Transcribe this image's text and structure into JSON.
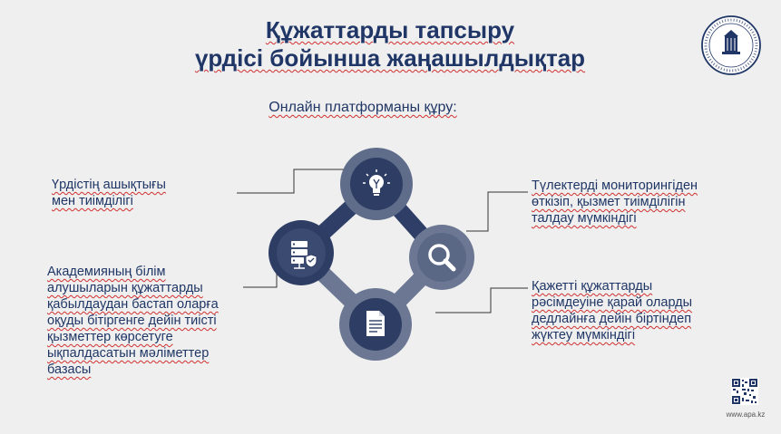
{
  "title": {
    "line1": "Құжаттарды тапсыру",
    "line2": "үрдісі бойынша жаңашылдықтар"
  },
  "subtitle": "Онлайн платформаны құру:",
  "items": {
    "top_left": [
      "Үрдістің ашықтығы",
      "мен тиімділігі"
    ],
    "bottom_left": [
      "Академияның білім",
      "алушыларын құжаттарды",
      "қабылдаудан бастап оларға",
      "оқуды бітіргенге дейін тиісті",
      "қызметтер көрсетуге",
      "ықпалдасатын мәліметтер",
      "базасы"
    ],
    "top_right": [
      "Түлектерді мониторингіден",
      "өткізіп, қызмет тиімділігін",
      "талдау мүмкіндігі"
    ],
    "bottom_right": [
      "Қажетті құжаттарды",
      "рәсімдеуіне қарай оларды",
      "дедлайнға дейін біртіндеп",
      "жүктеу мүмкіндігі"
    ]
  },
  "icons": {
    "top": "lightbulb-icon",
    "left": "server-shield-icon",
    "right": "magnifier-icon",
    "bottom": "document-icon"
  },
  "website": "www.apa.kz",
  "colors": {
    "navy": "#1f3666",
    "dark_circle": "#2d3d63",
    "light_circle": "#5f6d8a",
    "ring": "#4a5a7c",
    "connector_dark": "#2e3e66",
    "connector_light": "#6c7893",
    "text": "#1f3666",
    "spellcheck": "#d03030"
  }
}
